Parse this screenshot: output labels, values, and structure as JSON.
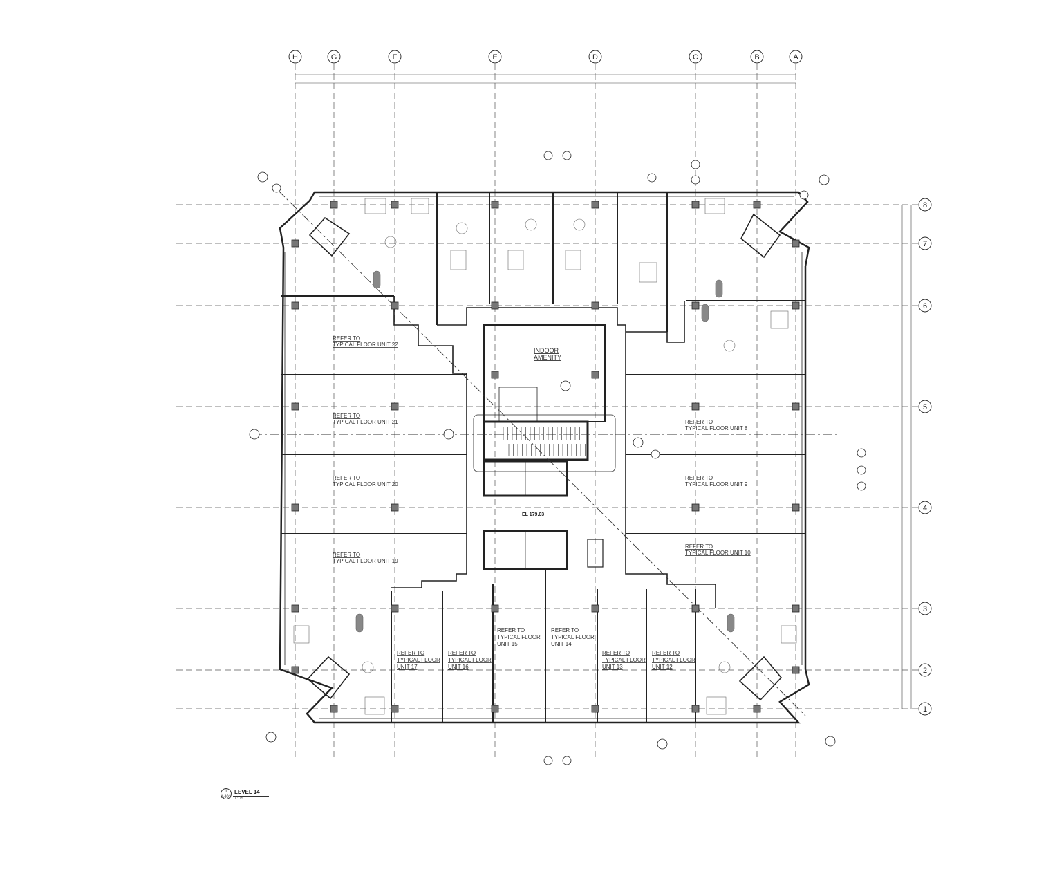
{
  "grid_columns": [
    "H",
    "G",
    "F",
    "E",
    "D",
    "C",
    "B",
    "A"
  ],
  "grid_rows": [
    "8",
    "7",
    "6",
    "5",
    "4",
    "3",
    "2",
    "1"
  ],
  "units": {
    "u22": [
      "REFER TO",
      "TYPICAL FLOOR UNIT 22"
    ],
    "u21": [
      "REFER TO",
      "TYPICAL FLOOR UNIT 21"
    ],
    "u20": [
      "REFER TO",
      "TYPICAL FLOOR UNIT 20"
    ],
    "u19": [
      "REFER TO",
      "TYPICAL FLOOR UNIT 19"
    ],
    "u8": [
      "REFER TO",
      "TYPICAL FLOOR UNIT 8"
    ],
    "u9": [
      "REFER TO",
      "TYPICAL FLOOR UNIT 9"
    ],
    "u10": [
      "REFER TO",
      "TYPICAL FLOOR UNIT 10"
    ],
    "u17": [
      "REFER TO",
      "TYPICAL FLOOR",
      "UNIT 17"
    ],
    "u16": [
      "REFER TO",
      "TYPICAL FLOOR",
      "UNIT 16"
    ],
    "u15": [
      "REFER TO",
      "TYPICAL FLOOR",
      "UNIT 15"
    ],
    "u14": [
      "REFER TO",
      "TYPICAL FLOOR",
      "UNIT 14"
    ],
    "u13": [
      "REFER TO",
      "TYPICAL FLOOR",
      "UNIT 13"
    ],
    "u12": [
      "REFER TO",
      "TYPICAL FLOOR",
      "UNIT 12"
    ]
  },
  "amenity": [
    "INDOOR",
    "AMENITY"
  ],
  "elevation": "EL 179.03",
  "view_title": {
    "number": "1",
    "sheet": "A401",
    "name": "LEVEL 14",
    "scale": "1 : 75"
  }
}
